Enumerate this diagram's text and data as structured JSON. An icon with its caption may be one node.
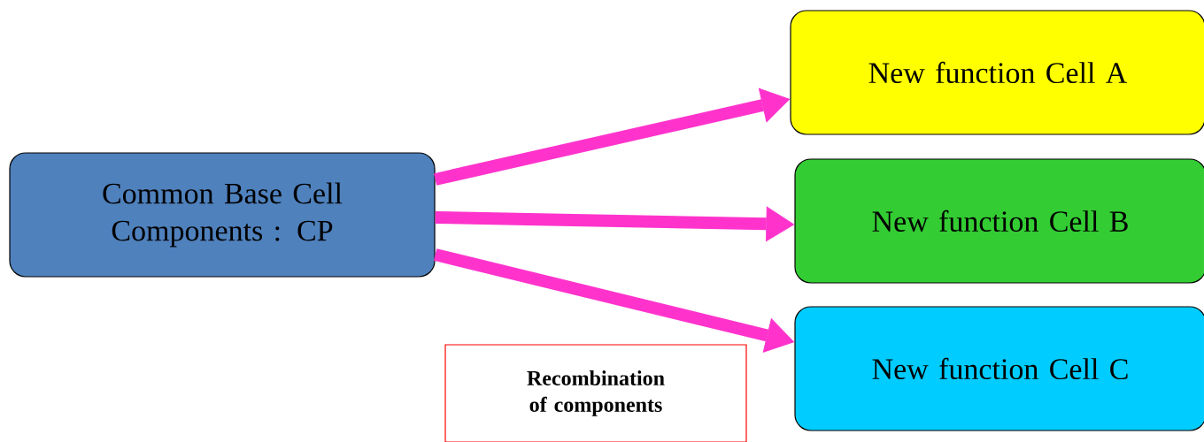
{
  "diagram": {
    "nodes": [
      {
        "text": [
          "Common Base Cell Components : CP"
        ]
      },
      {
        "text": [
          "New function Cell A"
        ]
      },
      {
        "text": [
          "New function Cell B"
        ]
      },
      {
        "text": [
          "New function Cell C"
        ]
      },
      {
        "text": [
          "Recombination of components"
        ]
      }
    ],
    "edges": [
      {
        "from": 0,
        "to": 1,
        "arrow": "to",
        "color": "#ff33cc"
      },
      {
        "from": 0,
        "to": 2,
        "arrow": "to",
        "color": "#ff33cc"
      },
      {
        "from": 0,
        "to": 3,
        "arrow": "to",
        "color": "#ff33cc"
      }
    ]
  }
}
